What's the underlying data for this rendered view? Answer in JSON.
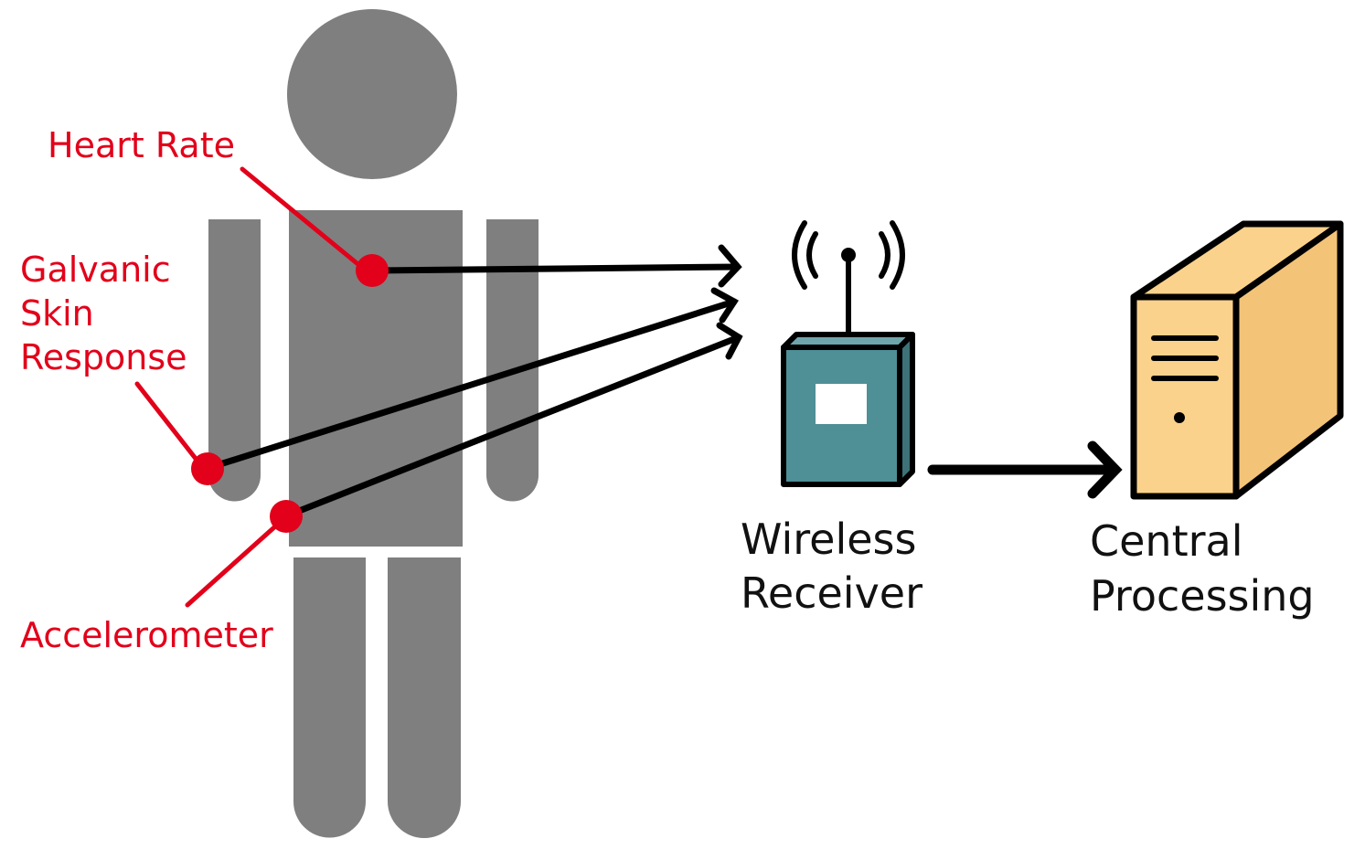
{
  "colors": {
    "body": "#7f7f7f",
    "sensor": "#e2001a",
    "arrow": "#000000",
    "receiver_front": "#4f8f96",
    "receiver_side": "#3d7279",
    "receiver_top": "#6ea5ab",
    "computer_front": "#fbd28b",
    "computer_side": "#f3c378",
    "outline": "#000000"
  },
  "sensors": {
    "heart_rate": {
      "label": "Heart Rate"
    },
    "gsr": {
      "label_lines": [
        "Galvanic",
        "Skin",
        "Response"
      ]
    },
    "accelerometer": {
      "label": "Accelerometer"
    }
  },
  "devices": {
    "receiver": {
      "label_lines": [
        "Wireless",
        "Receiver"
      ],
      "icon": "wireless-receiver-icon"
    },
    "computer": {
      "label_lines": [
        "Central",
        "Processing"
      ],
      "icon": "computer-tower-icon"
    }
  }
}
